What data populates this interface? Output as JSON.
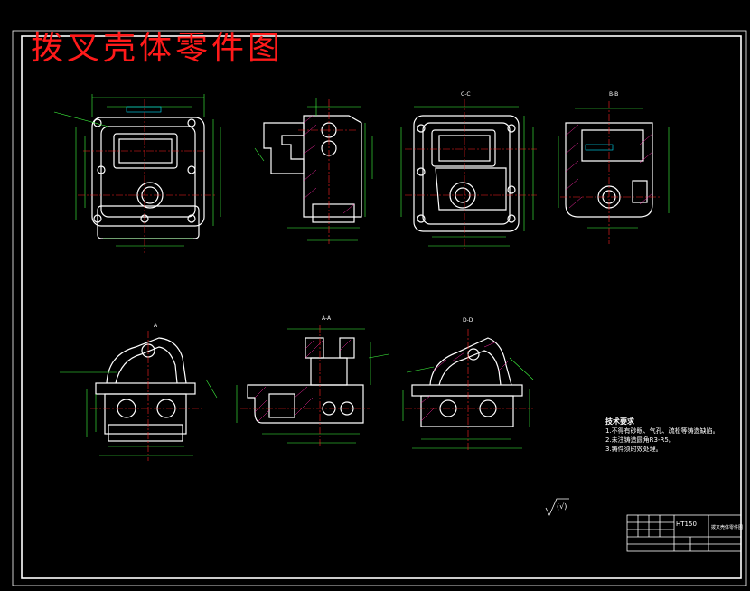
{
  "drawing": {
    "title": "拨叉壳体零件图",
    "colors": {
      "background": "#000000",
      "title": "#ff1a1a",
      "outline": "#ffffff",
      "centerline": "#ff2020",
      "dimension": "#40ff40",
      "hidden": "#00e5ff",
      "hatch": "#ff2aa8"
    }
  },
  "views": {
    "section_labels": [
      "C-C",
      "B-B",
      "A",
      "A-A",
      "D-D"
    ]
  },
  "tech_requirements": {
    "heading": "技术要求",
    "items": [
      "1.不得有砂眼、气孔、疏松等铸造缺陷。",
      "2.未注铸造圆角R3-R5。",
      "3.铸件须时效处理。"
    ]
  },
  "roughness_note": "(√)",
  "title_block": {
    "scale": "HT150",
    "name": "拨叉壳体零件图"
  }
}
